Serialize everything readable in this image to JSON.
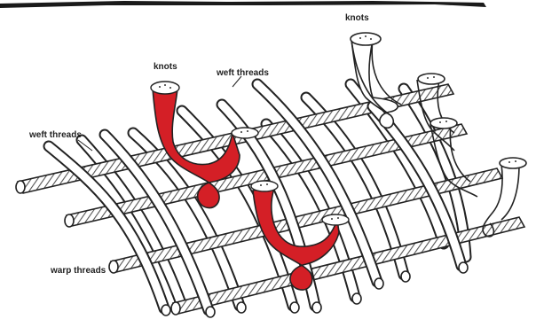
{
  "labels": {
    "knots_top": "knots",
    "knots_left": "knots",
    "weft_top": "weft threads",
    "weft_left": "weft threads",
    "warp": "warp threads"
  },
  "colors": {
    "knot_red": "#d41f26",
    "outline": "#222222",
    "stripe": "#555555",
    "background": "#ffffff"
  },
  "icons": {
    "knot_tuft": "knot-tuft-icon"
  }
}
